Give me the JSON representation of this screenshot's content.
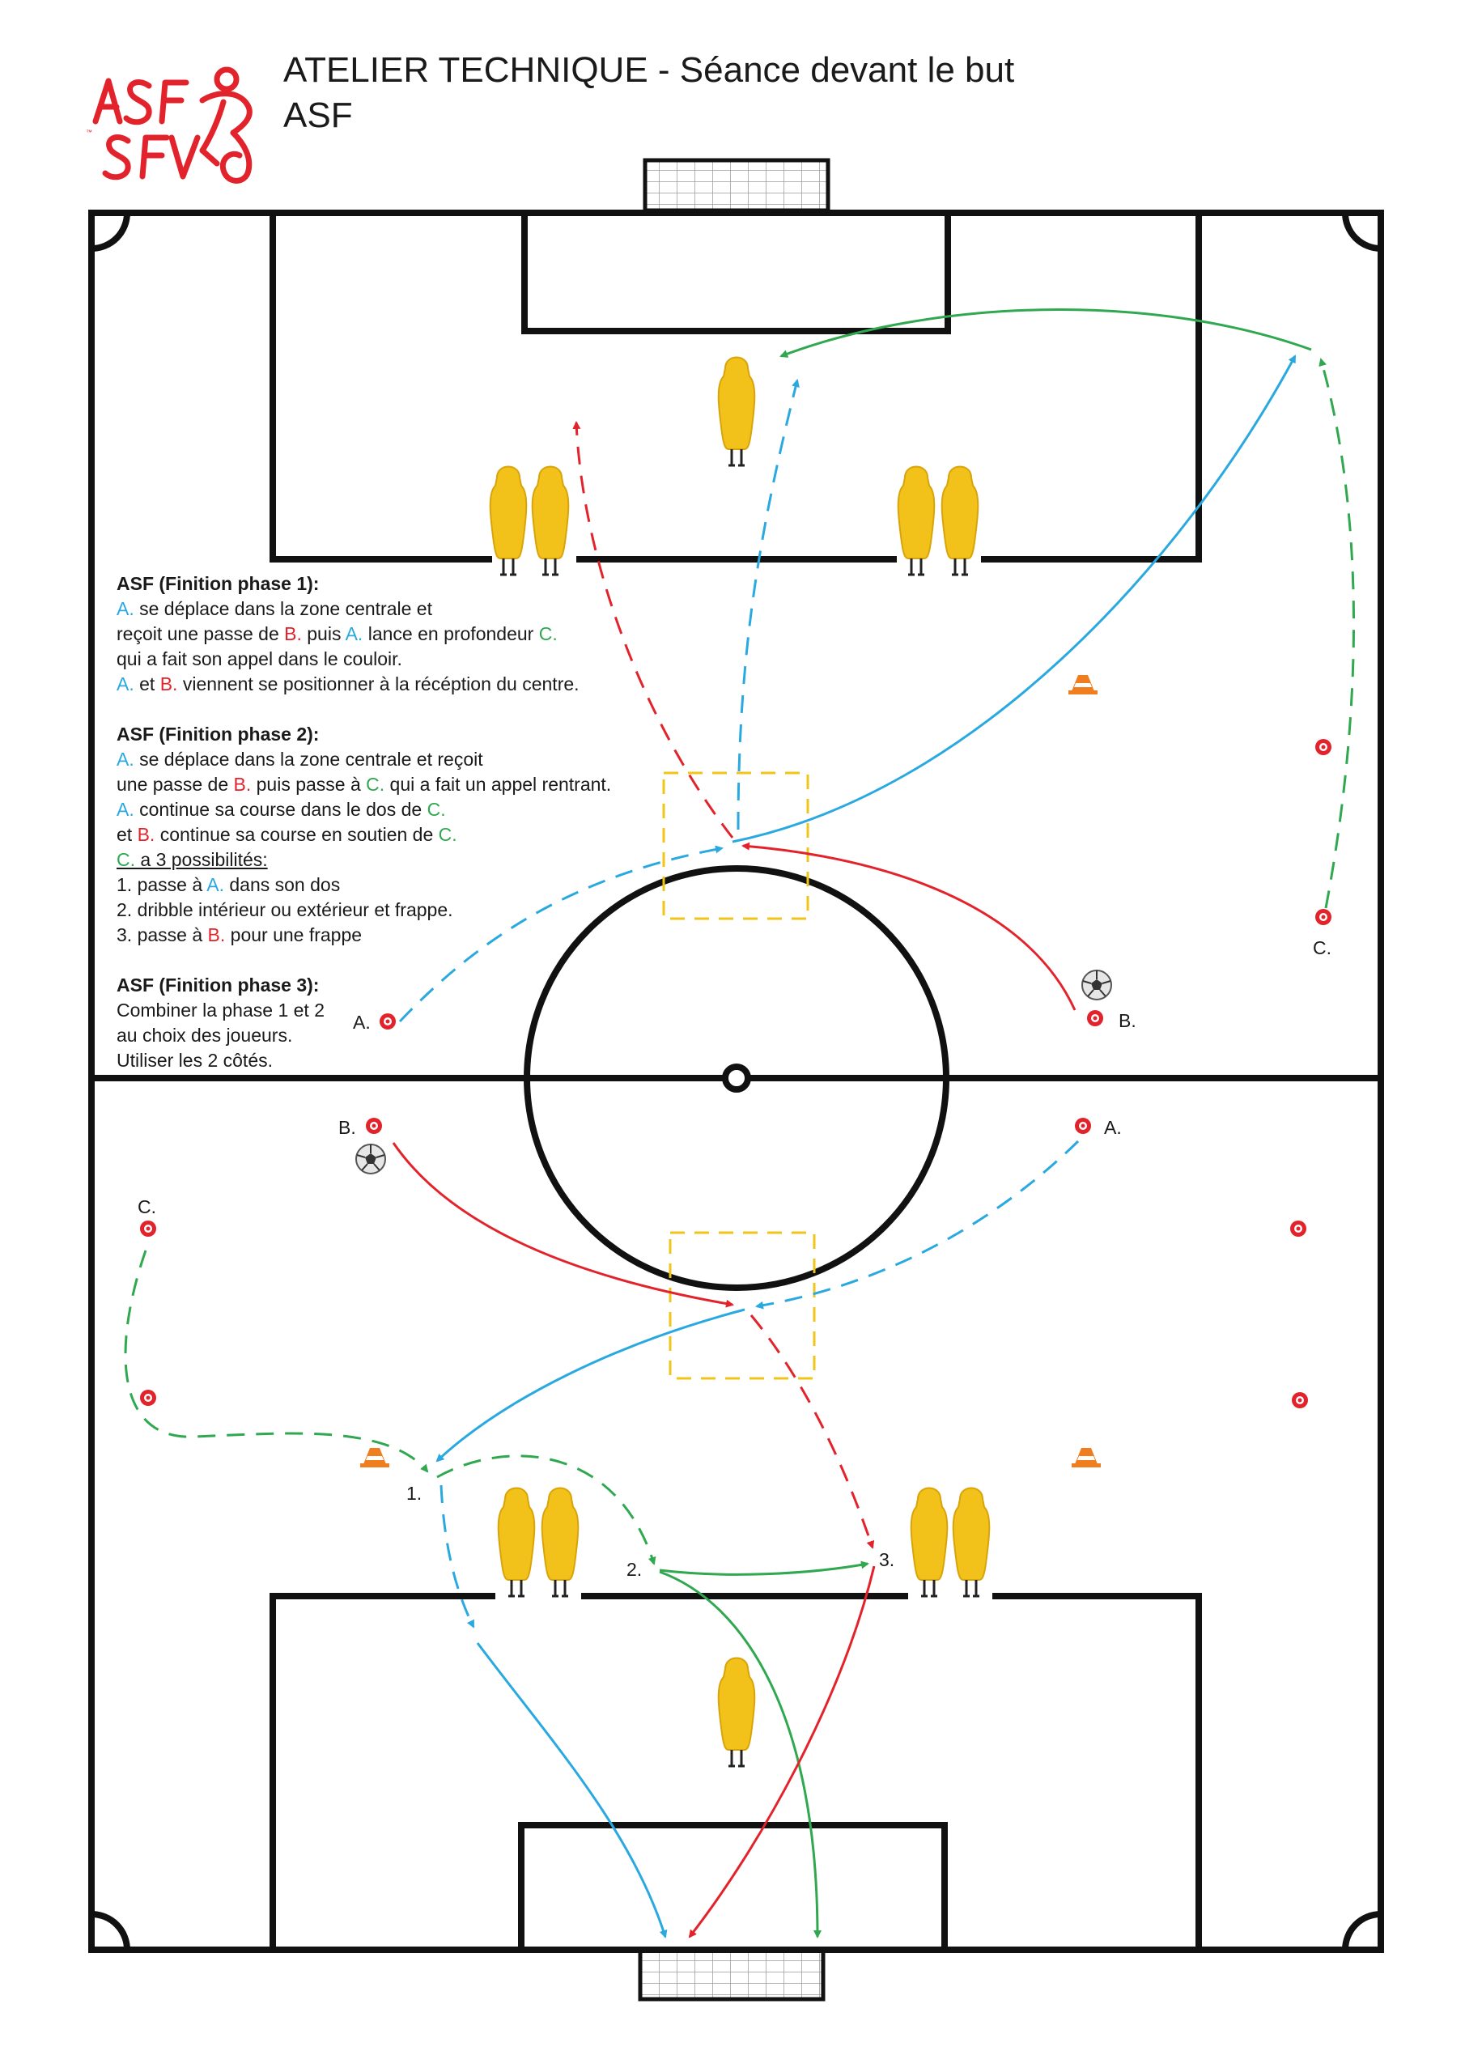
{
  "header": {
    "title": "ATELIER TECHNIQUE - Séance devant le but",
    "subtitle": "ASF"
  },
  "logo": {
    "icon": "asf-sfv-logo",
    "text": "ASF SFV"
  },
  "colors": {
    "A": "#29a9e0",
    "B": "#e3232b",
    "C": "#2fa84f",
    "zone": "#f0c419",
    "mannequin": "#f2c21a",
    "cone": "#f07d1e",
    "line": "#111111"
  },
  "notes": {
    "phase1": {
      "title": "ASF (Finition phase 1):",
      "l1_a": "A.",
      "l1_t": " se déplace dans la zone centrale et",
      "l2_t1": "reçoit une passe de ",
      "l2_b": "B.",
      "l2_t2": " puis ",
      "l2_a": "A.",
      "l2_t3": " lance en profondeur ",
      "l2_c": "C.",
      "l3_t": "qui a fait son appel dans le couloir.",
      "l4_a": "A.",
      "l4_t1": " et ",
      "l4_b": "B.",
      "l4_t2": " viennent se positionner à la récéption du centre."
    },
    "phase2": {
      "title": "ASF (Finition phase 2):",
      "l1_a": "A.",
      "l1_t": " se déplace dans la zone centrale et reçoit",
      "l2_t1": "une passe de ",
      "l2_b": "B.",
      "l2_t2": " puis passe à ",
      "l2_c": "C.",
      "l2_t3": " qui a fait un appel rentrant.",
      "l3_a": "A.",
      "l3_t1": " continue sa course dans le dos de ",
      "l3_c": "C.",
      "l4_t1": "et ",
      "l4_b": "B.",
      "l4_t2": " continue sa course en soutien de ",
      "l4_c": "C.",
      "l5_c": "C.",
      "l5_t": " a 3 possibilités:",
      "l6_t1": "1. passe à ",
      "l6_a": "A.",
      "l6_t2": " dans son dos",
      "l7_t": "2. dribble intérieur ou extérieur et frappe.",
      "l8_t1": "3. passe à ",
      "l8_b": "B.",
      "l8_t2": " pour une frappe"
    },
    "phase3": {
      "title": "ASF (Finition phase 3):",
      "l1": "Combiner la phase 1 et 2",
      "l2": "au choix des joueurs.",
      "l3": "Utiliser les 2 côtés."
    }
  },
  "labels": {
    "top_A": "A.",
    "top_B": "B.",
    "top_C": "C.",
    "bot_A": "A.",
    "bot_B": "B.",
    "bot_C": "C.",
    "opt1": "1.",
    "opt2": "2.",
    "opt3": "3."
  }
}
